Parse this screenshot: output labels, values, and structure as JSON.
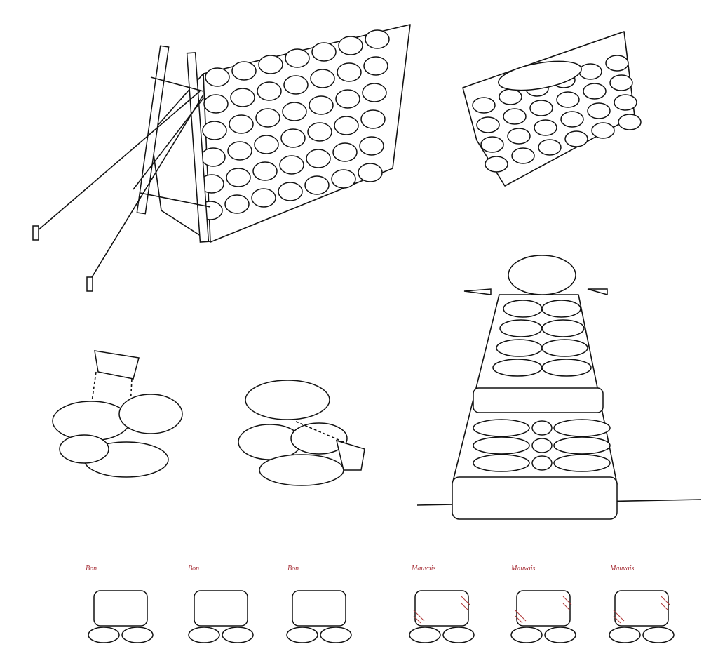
{
  "labels": {
    "good": [
      "Bon",
      "Bon",
      "Bon"
    ],
    "bad": [
      "Mauvais",
      "Mauvais",
      "Mauvais"
    ]
  },
  "colors": {
    "ink": "#111111",
    "label": "#a8323a",
    "hatch": "#b03a3a"
  }
}
